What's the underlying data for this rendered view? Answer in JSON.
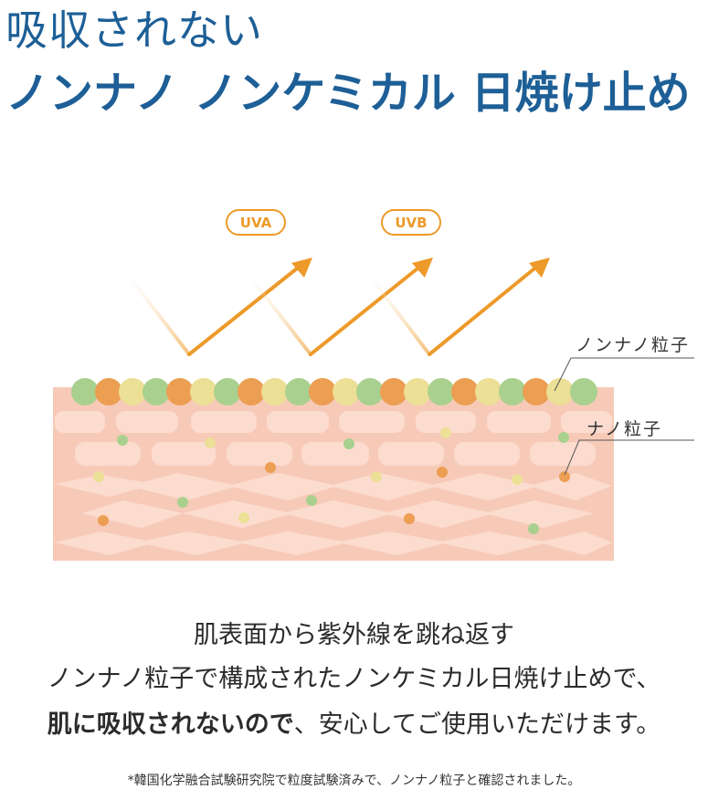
{
  "header": {
    "line1": "吸収されない",
    "line2": "ノンナノ ノンケミカル 日焼け止め"
  },
  "diagram": {
    "uva_label": "UVA",
    "uvb_label": "UVB",
    "callout_nonnano": "ノンナノ粒子",
    "callout_nano": "ナノ粒子"
  },
  "body": {
    "line1": "肌表面から紫外線を跳ね返す",
    "line2": "ノンナノ粒子で構成されたノンケミカル日焼け止めで、",
    "line3_bold": "肌に吸収されないので",
    "line3_rest": "、安心してご使用いただけます。"
  },
  "footnote": "*韓国化学融合試験研究院で粒度試験済みで、ノンナノ粒子と確認されました。",
  "colors": {
    "heading": "#1d5f96",
    "arrow": "#ed9a2a",
    "skin_top": "#f7c6b3",
    "skin_cell": "#fbd8c9",
    "particle_green": "#a9d08e",
    "particle_orange": "#ec9e52",
    "particle_yellow": "#ecdf96"
  }
}
